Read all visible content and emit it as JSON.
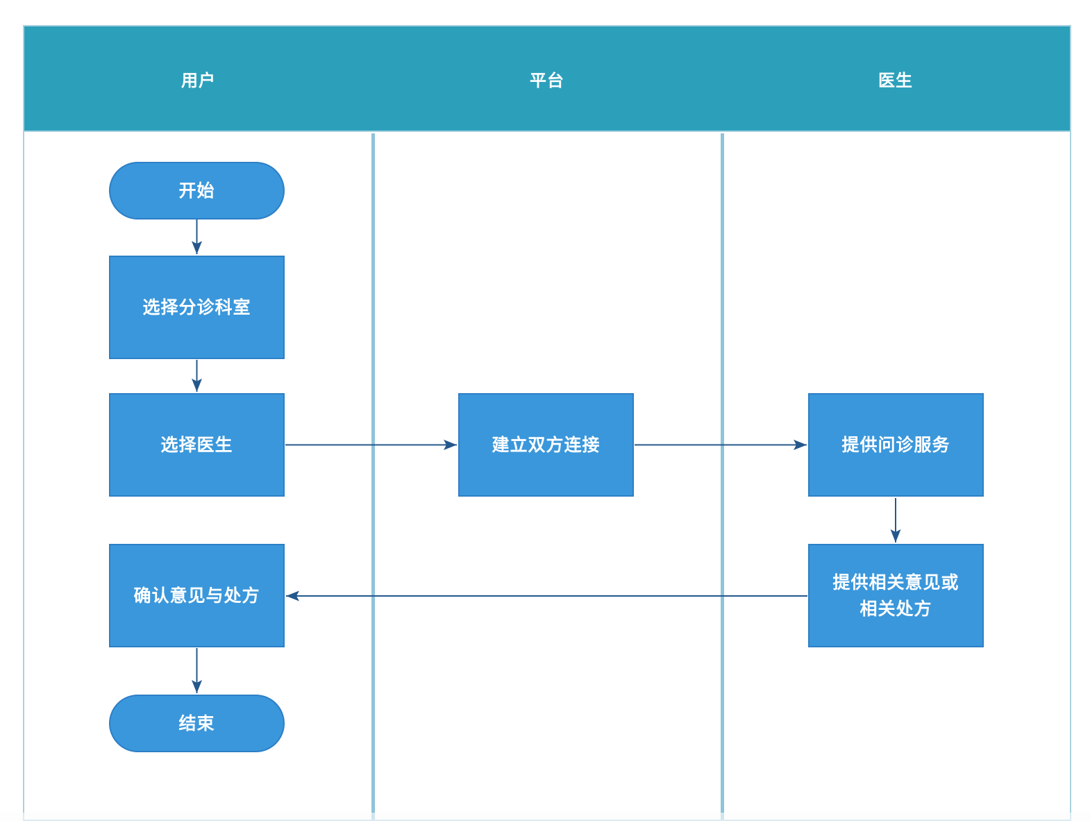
{
  "diagram": {
    "type": "swimlane-flowchart",
    "colors": {
      "lane_header_bg": "#2ca0bb",
      "lane_header_text": "#ffffff",
      "node_fill": "#3a97db",
      "node_border": "#2d7fc6",
      "node_text": "#ffffff",
      "connector": "#24588c",
      "lane_divider": "#8ec4da",
      "pool_border": "#aad2e0"
    },
    "lanes": [
      {
        "label": "用户"
      },
      {
        "label": "平台"
      },
      {
        "label": "医生"
      }
    ],
    "nodes": [
      {
        "id": "start",
        "shape": "terminator",
        "lane": "用户",
        "label": "开始"
      },
      {
        "id": "select-triage-department",
        "shape": "process",
        "lane": "用户",
        "label": "选择分诊科室"
      },
      {
        "id": "select-doctor",
        "shape": "process",
        "lane": "用户",
        "label": "选择医生"
      },
      {
        "id": "establish-connection",
        "shape": "process",
        "lane": "平台",
        "label": "建立双方连接"
      },
      {
        "id": "provide-consultation-service",
        "shape": "process",
        "lane": "医生",
        "label": "提供问诊服务"
      },
      {
        "id": "provide-opinions-or-prescriptions",
        "shape": "process",
        "lane": "医生",
        "label": "提供相关意见或\n相关处方"
      },
      {
        "id": "confirm-opinions-and-prescription",
        "shape": "process",
        "lane": "用户",
        "label": "确认意见与处方"
      },
      {
        "id": "end",
        "shape": "terminator",
        "lane": "用户",
        "label": "结束"
      }
    ],
    "edges": [
      {
        "from": "start",
        "to": "select-triage-department",
        "direction": "down"
      },
      {
        "from": "select-triage-department",
        "to": "select-doctor",
        "direction": "down"
      },
      {
        "from": "select-doctor",
        "to": "establish-connection",
        "direction": "right"
      },
      {
        "from": "establish-connection",
        "to": "provide-consultation-service",
        "direction": "right"
      },
      {
        "from": "provide-consultation-service",
        "to": "provide-opinions-or-prescriptions",
        "direction": "down"
      },
      {
        "from": "provide-opinions-or-prescriptions",
        "to": "confirm-opinions-and-prescription",
        "direction": "left"
      },
      {
        "from": "confirm-opinions-and-prescription",
        "to": "end",
        "direction": "down"
      }
    ]
  }
}
